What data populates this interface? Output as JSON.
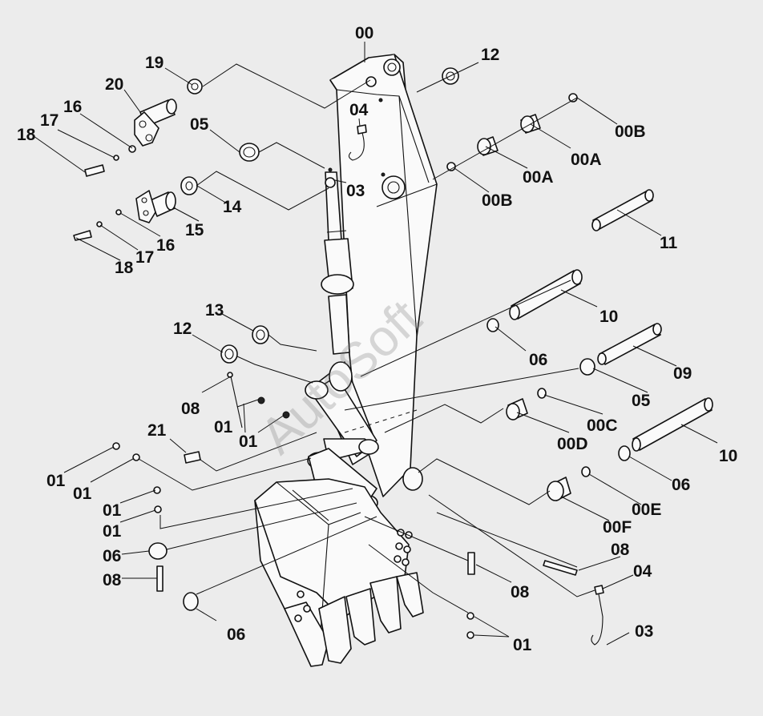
{
  "diagram": {
    "watermark": "AutoSoft",
    "colors": {
      "background": "#ececec",
      "line": "#111111",
      "part_fill": "#fafafa"
    },
    "labels": {
      "l00": "00",
      "l12a": "12",
      "l19": "19",
      "l20": "20",
      "l16a": "16",
      "l17a": "17",
      "l18a": "18",
      "l05a": "05",
      "l04a": "04",
      "l03a": "03",
      "l00Ba": "00B",
      "l00Aa": "00A",
      "l00Ab": "00A",
      "l00Bb": "00B",
      "l14": "14",
      "l15": "15",
      "l16b": "16",
      "l17b": "17",
      "l18b": "18",
      "l11": "11",
      "l13": "13",
      "l12b": "12",
      "l10a": "10",
      "l06a": "06",
      "l09": "09",
      "l05b": "05",
      "l08a": "08",
      "l01a": "01",
      "l01b": "01",
      "l00C": "00C",
      "l00D": "00D",
      "l21": "21",
      "l10b": "10",
      "l01c": "01",
      "l01d": "01",
      "l01e": "01",
      "l01f": "01",
      "l06b": "06",
      "l00E": "00E",
      "l00F": "00F",
      "l06c": "06",
      "l08b": "08",
      "l04b": "04",
      "l08c": "08",
      "l08d": "08",
      "l06d": "06",
      "l01g": "01",
      "l03b": "03"
    }
  }
}
